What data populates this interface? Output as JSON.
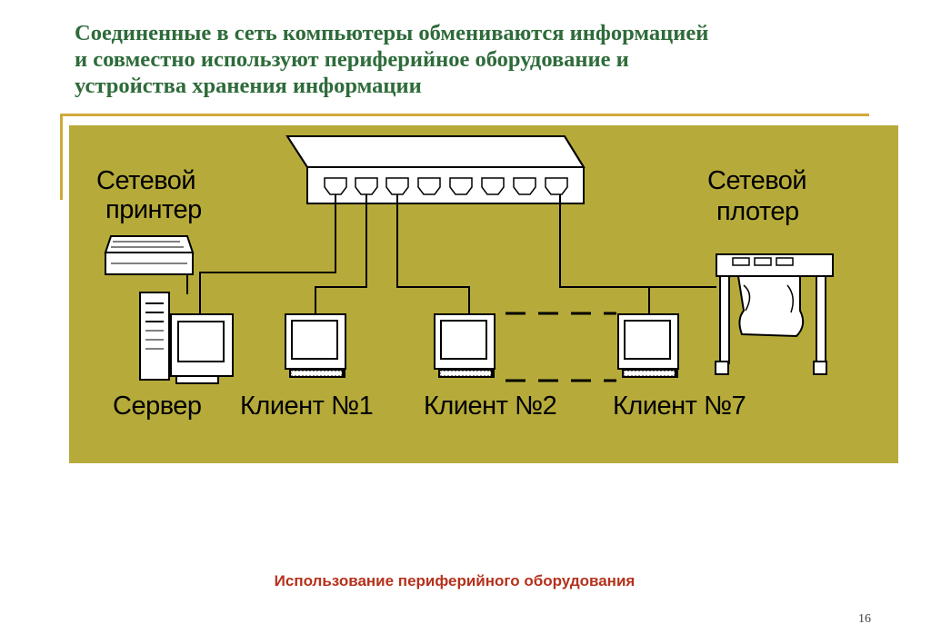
{
  "slide": {
    "title_lines": [
      "Соединенные в сеть компьютеры обмениваются информацией",
      "и совместно используют периферийное оборудование и",
      "устройства хранения информации"
    ],
    "caption": "Использование периферийного оборудования",
    "page_number": "16"
  },
  "diagram": {
    "labels": {
      "printer_line1": "Сетевой",
      "printer_line2": "принтер",
      "plotter_line1": "Сетевой",
      "plotter_line2": "плотер",
      "server": "Сервер",
      "client1": "Клиент №1",
      "client2": "Клиент №2",
      "client7": "Клиент №7"
    },
    "hub_port_count": 8,
    "colors": {
      "background": "#b6ab3a",
      "title": "#2e6b3a",
      "caption": "#b5311c",
      "accent_rule": "#cfa93a"
    },
    "icons": [
      "hub-icon",
      "printer-icon",
      "plotter-icon",
      "server-tower-icon",
      "monitor-icon",
      "keyboard-icon"
    ]
  }
}
